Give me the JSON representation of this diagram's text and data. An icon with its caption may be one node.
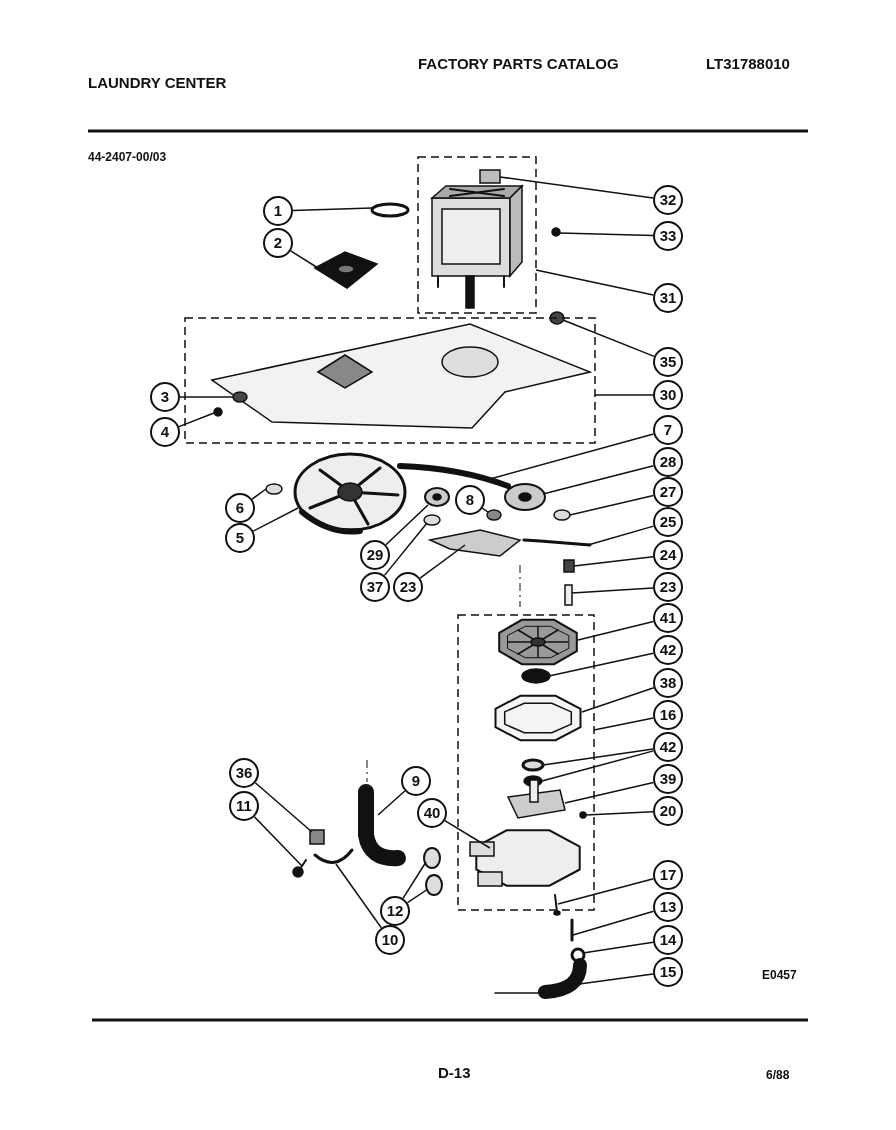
{
  "diagram": {
    "nodes": [
      {
        "text": [
          "1"
        ]
      },
      {
        "text": [],
        "shape": "circle"
      },
      {
        "text": [
          "2"
        ]
      },
      {
        "text": [],
        "shape": "picture"
      },
      {
        "text": [],
        "shape": "box"
      },
      {
        "text": [],
        "shape": "picture",
        "in": 4
      },
      {
        "text": [],
        "shape": "box",
        "in": 4
      },
      {
        "text": [
          "32"
        ]
      },
      {
        "text": [
          "33"
        ]
      },
      {
        "text": [],
        "shape": "circle"
      },
      {
        "text": [
          "31"
        ]
      },
      {
        "text": [
          "35"
        ]
      },
      {
        "text": [],
        "shape": "circle"
      },
      {
        "text": [],
        "shape": "box"
      },
      {
        "text": [],
        "shape": "picture",
        "in": 13
      },
      {
        "text": [],
        "shape": "circle",
        "in": 14
      },
      {
        "text": [],
        "shape": "circle",
        "in": 13
      },
      {
        "text": [
          "3"
        ]
      },
      {
        "text": [
          "30"
        ]
      },
      {
        "text": [
          "4"
        ]
      },
      {
        "text": [
          "7"
        ]
      },
      {
        "text": [],
        "shape": "picture"
      },
      {
        "text": [
          "28"
        ]
      },
      {
        "text": [],
        "shape": "picture"
      },
      {
        "text": [
          "6"
        ]
      },
      {
        "text": [],
        "shape": "circle"
      },
      {
        "text": [
          "27"
        ]
      },
      {
        "text": [],
        "shape": "circle"
      },
      {
        "text": [
          "25"
        ]
      },
      {
        "text": [],
        "shape": "picture"
      },
      {
        "text": [
          "5"
        ]
      },
      {
        "text": [],
        "shape": "picture"
      },
      {
        "text": [
          "8"
        ]
      },
      {
        "text": [],
        "shape": "circle"
      },
      {
        "text": [
          "29"
        ]
      },
      {
        "text": [],
        "shape": "picture"
      },
      {
        "text": [
          "24"
        ]
      },
      {
        "text": [],
        "shape": "box"
      },
      {
        "text": [
          "37"
        ]
      },
      {
        "text": [],
        "shape": "circle"
      },
      {
        "text": [
          "23"
        ]
      },
      {
        "text": [],
        "shape": "picture"
      },
      {
        "text": [
          "23"
        ]
      },
      {
        "text": [],
        "shape": "box"
      },
      {
        "text": [],
        "shape": "box"
      },
      {
        "text": [],
        "shape": "picture",
        "in": 44
      },
      {
        "text": [],
        "shape": "circle",
        "in": 44
      },
      {
        "text": [],
        "shape": "picture",
        "in": 44
      },
      {
        "text": [],
        "shape": "circle",
        "in": 44
      },
      {
        "text": [],
        "shape": "circle",
        "in": 44
      },
      {
        "text": [],
        "shape": "picture",
        "in": 44
      },
      {
        "text": [],
        "shape": "picture",
        "in": 44
      },
      {
        "text": [
          "41"
        ]
      },
      {
        "text": [
          "42"
        ]
      },
      {
        "text": [
          "38"
        ]
      },
      {
        "text": [
          "16"
        ]
      },
      {
        "text": [
          "42"
        ]
      },
      {
        "text": [
          "39"
        ]
      },
      {
        "text": [
          "20"
        ]
      },
      {
        "text": [],
        "shape": "circle",
        "in": 44
      },
      {
        "text": [
          "36"
        ]
      },
      {
        "text": [],
        "shape": "box"
      },
      {
        "text": [
          "11"
        ]
      },
      {
        "text": [],
        "shape": "picture"
      },
      {
        "text": [
          "9"
        ]
      },
      {
        "text": [],
        "shape": "picture"
      },
      {
        "text": [
          "40"
        ]
      },
      {
        "text": [
          "10"
        ]
      },
      {
        "text": [],
        "shape": "picture"
      },
      {
        "text": [
          "12"
        ]
      },
      {
        "text": [],
        "shape": "circle"
      },
      {
        "text": [],
        "shape": "circle"
      },
      {
        "text": [
          "17"
        ]
      },
      {
        "text": [],
        "shape": "picture"
      },
      {
        "text": [
          "13"
        ]
      },
      {
        "text": [],
        "shape": "picture"
      },
      {
        "text": [
          "14"
        ]
      },
      {
        "text": [],
        "shape": "circle"
      },
      {
        "text": [
          "15"
        ]
      },
      {
        "text": [],
        "shape": "picture"
      }
    ],
    "edges": [
      {
        "from": 0,
        "to": 1,
        "arrow": "none"
      },
      {
        "from": 2,
        "to": 3,
        "arrow": "none"
      },
      {
        "from": 7,
        "to": 6,
        "arrow": "none"
      },
      {
        "from": 8,
        "to": 9,
        "arrow": "none"
      },
      {
        "from": 10,
        "to": 4,
        "arrow": "none"
      },
      {
        "from": 11,
        "to": 12,
        "arrow": "none"
      },
      {
        "from": 17,
        "to": 15,
        "arrow": "none"
      },
      {
        "from": 18,
        "to": 13,
        "arrow": "none"
      },
      {
        "from": 19,
        "to": 16,
        "arrow": "none"
      },
      {
        "from": 20,
        "to": 21,
        "arrow": "none"
      },
      {
        "from": 22,
        "to": 23,
        "arrow": "none"
      },
      {
        "from": 24,
        "to": 25,
        "arrow": "none"
      },
      {
        "from": 26,
        "to": 27,
        "arrow": "none"
      },
      {
        "from": 28,
        "to": 29,
        "arrow": "none"
      },
      {
        "from": 30,
        "to": 31,
        "arrow": "none"
      },
      {
        "from": 32,
        "to": 33,
        "arrow": "none"
      },
      {
        "from": 34,
        "to": 35,
        "arrow": "none"
      },
      {
        "from": 38,
        "to": 39,
        "arrow": "none"
      },
      {
        "from": 40,
        "to": 41,
        "arrow": "none"
      },
      {
        "from": 36,
        "to": 37,
        "arrow": "none"
      },
      {
        "from": 42,
        "to": 43,
        "arrow": "none"
      },
      {
        "from": 52,
        "to": 45,
        "arrow": "none"
      },
      {
        "from": 53,
        "to": 46,
        "arrow": "none"
      },
      {
        "from": 54,
        "to": 47,
        "arrow": "none"
      },
      {
        "from": 55,
        "to": 44,
        "arrow": "none"
      },
      {
        "from": 56,
        "to": 48,
        "arrow": "none"
      },
      {
        "from": 56,
        "to": 49,
        "arrow": "none"
      },
      {
        "from": 57,
        "to": 50,
        "arrow": "none"
      },
      {
        "from": 58,
        "to": 59,
        "arrow": "none"
      },
      {
        "from": 60,
        "to": 61,
        "arrow": "none"
      },
      {
        "from": 62,
        "to": 63,
        "arrow": "none"
      },
      {
        "from": 64,
        "to": 65,
        "arrow": "none"
      },
      {
        "from": 66,
        "to": 51,
        "arrow": "none"
      },
      {
        "from": 67,
        "to": 68,
        "arrow": "none"
      },
      {
        "from": 69,
        "to": 70,
        "arrow": "none"
      },
      {
        "from": 69,
        "to": 71,
        "arrow": "none"
      },
      {
        "from": 72,
        "to": 73,
        "arrow": "none"
      },
      {
        "from": 74,
        "to": 75,
        "arrow": "none"
      },
      {
        "from": 76,
        "to": 77,
        "arrow": "none"
      },
      {
        "from": 78,
        "to": 79,
        "arrow": "none"
      }
    ],
    "labels": [
      "LAUNDRY CENTER",
      "FACTORY PARTS CATALOG",
      "LT31788010",
      "44-2407-00/03",
      "E0457",
      "D-13",
      "6/88"
    ]
  }
}
